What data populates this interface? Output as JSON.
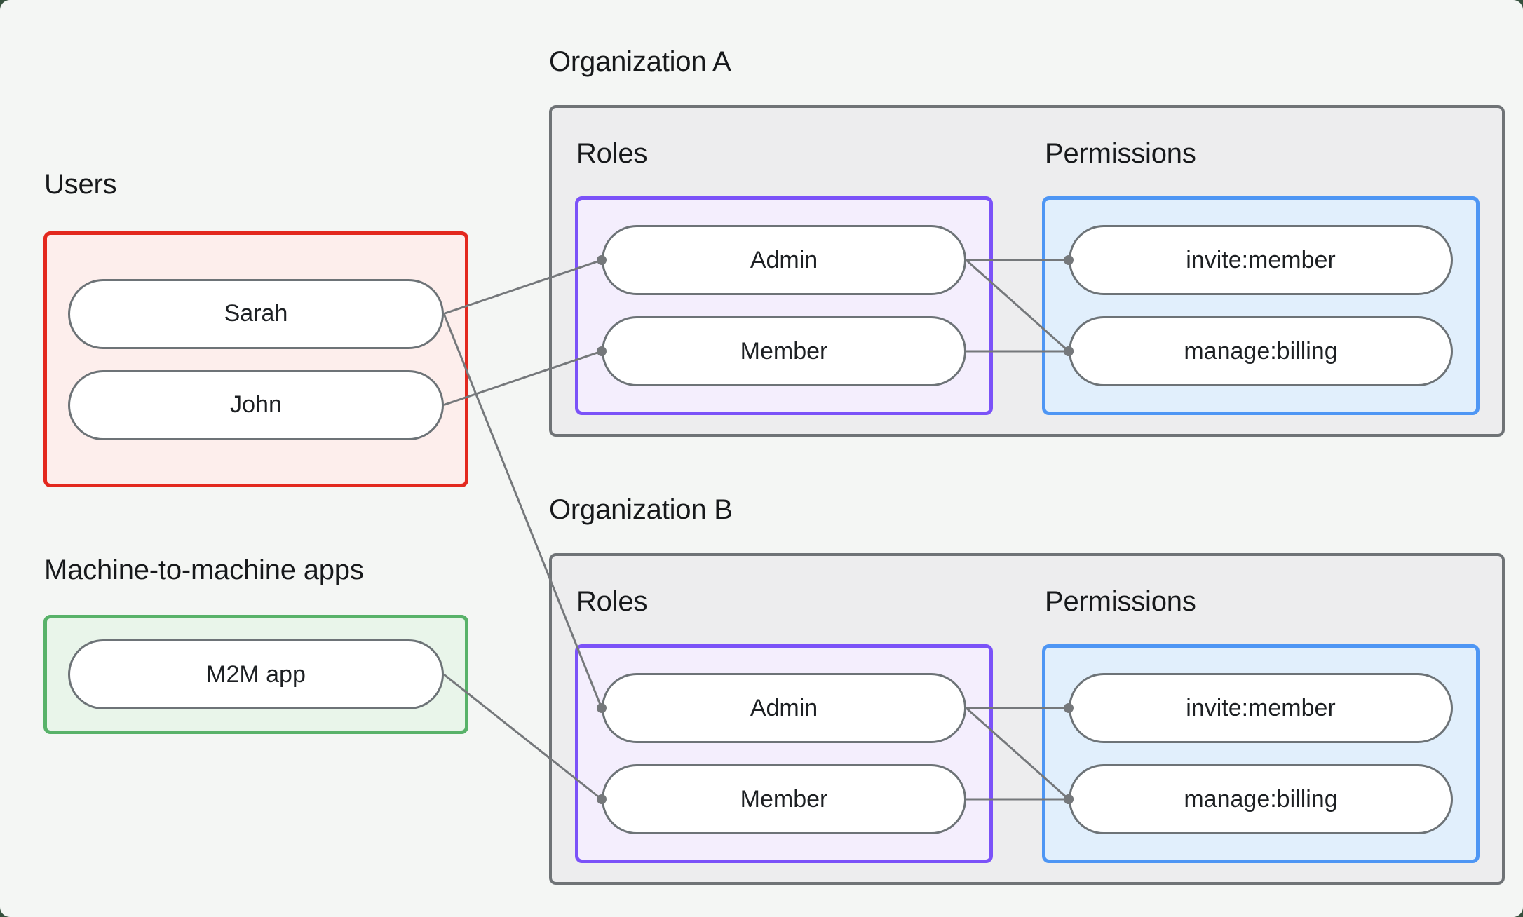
{
  "users_section": {
    "label": "Users",
    "items": [
      "Sarah",
      "John"
    ]
  },
  "m2m_section": {
    "label": "Machine-to-machine apps",
    "items": [
      "M2M app"
    ]
  },
  "org_a": {
    "label": "Organization A",
    "roles_label": "Roles",
    "permissions_label": "Permissions",
    "roles": [
      "Admin",
      "Member"
    ],
    "permissions": [
      "invite:member",
      "manage:billing"
    ]
  },
  "org_b": {
    "label": "Organization B",
    "roles_label": "Roles",
    "permissions_label": "Permissions",
    "roles": [
      "Admin",
      "Member"
    ],
    "permissions": [
      "invite:member",
      "manage:billing"
    ]
  },
  "edges": [
    {
      "from": "user-pill-sarah",
      "to": "org-a-role-admin"
    },
    {
      "from": "user-pill-sarah",
      "to": "org-b-role-admin"
    },
    {
      "from": "user-pill-john",
      "to": "org-a-role-member"
    },
    {
      "from": "m2m-pill",
      "to": "org-b-role-member"
    },
    {
      "from": "org-a-role-admin",
      "to": "org-a-perm-invite-member"
    },
    {
      "from": "org-a-role-admin",
      "to": "org-a-perm-manage-billing"
    },
    {
      "from": "org-a-role-member",
      "to": "org-a-perm-manage-billing"
    },
    {
      "from": "org-b-role-admin",
      "to": "org-b-perm-invite-member"
    },
    {
      "from": "org-b-role-admin",
      "to": "org-b-perm-manage-billing"
    },
    {
      "from": "org-b-role-member",
      "to": "org-b-perm-manage-billing"
    }
  ],
  "colors": {
    "page_bg": "#f4f6f4",
    "outside_bg": "#35503d",
    "label_text": "#17191b",
    "pill_text": "#1d2023",
    "pill_border": "#6d7377",
    "org_fill": "#ededee",
    "org_border": "#6f7376",
    "users_fill": "#fdeeec",
    "users_border": "#e3281e",
    "m2m_fill": "#e9f5ea",
    "m2m_border": "#58b269",
    "roles_fill": "#f4eefd",
    "roles_border": "#7b52f8",
    "perms_fill": "#e1effc",
    "perms_border": "#4e96f4",
    "line": "#75787b"
  }
}
